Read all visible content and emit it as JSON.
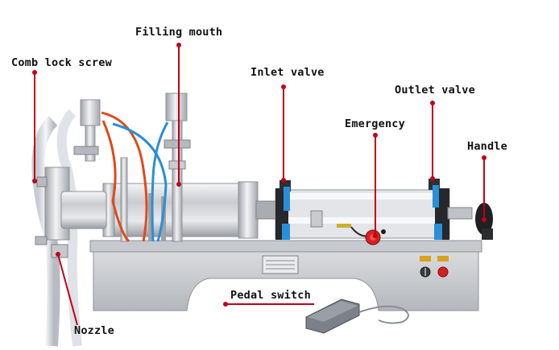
{
  "callouts": {
    "filling_mouth": "Filling mouth",
    "comb_lock_screw": "Comb lock screw",
    "inlet_valve": "Inlet valve",
    "outlet_valve": "Outlet valve",
    "emergency": "Emergency",
    "handle": "Handle",
    "pedal_switch": "Pedal switch",
    "nozzle": "Nozzle"
  },
  "colors": {
    "leader_line": "#c0001a",
    "label_text": "#111111",
    "steel_light": "#e4e6e8",
    "steel_mid": "#b9bdc2",
    "steel_dark": "#8c9096",
    "red_tube": "#e04a1a",
    "blue_tube": "#2a8fd6",
    "emergency_button": "#d62020",
    "control_label": "#d8a21c"
  },
  "icons": {
    "machine": "liquid-filling-machine-illustration",
    "pedal": "foot-pedal-icon",
    "dot": "leader-dot-icon"
  }
}
